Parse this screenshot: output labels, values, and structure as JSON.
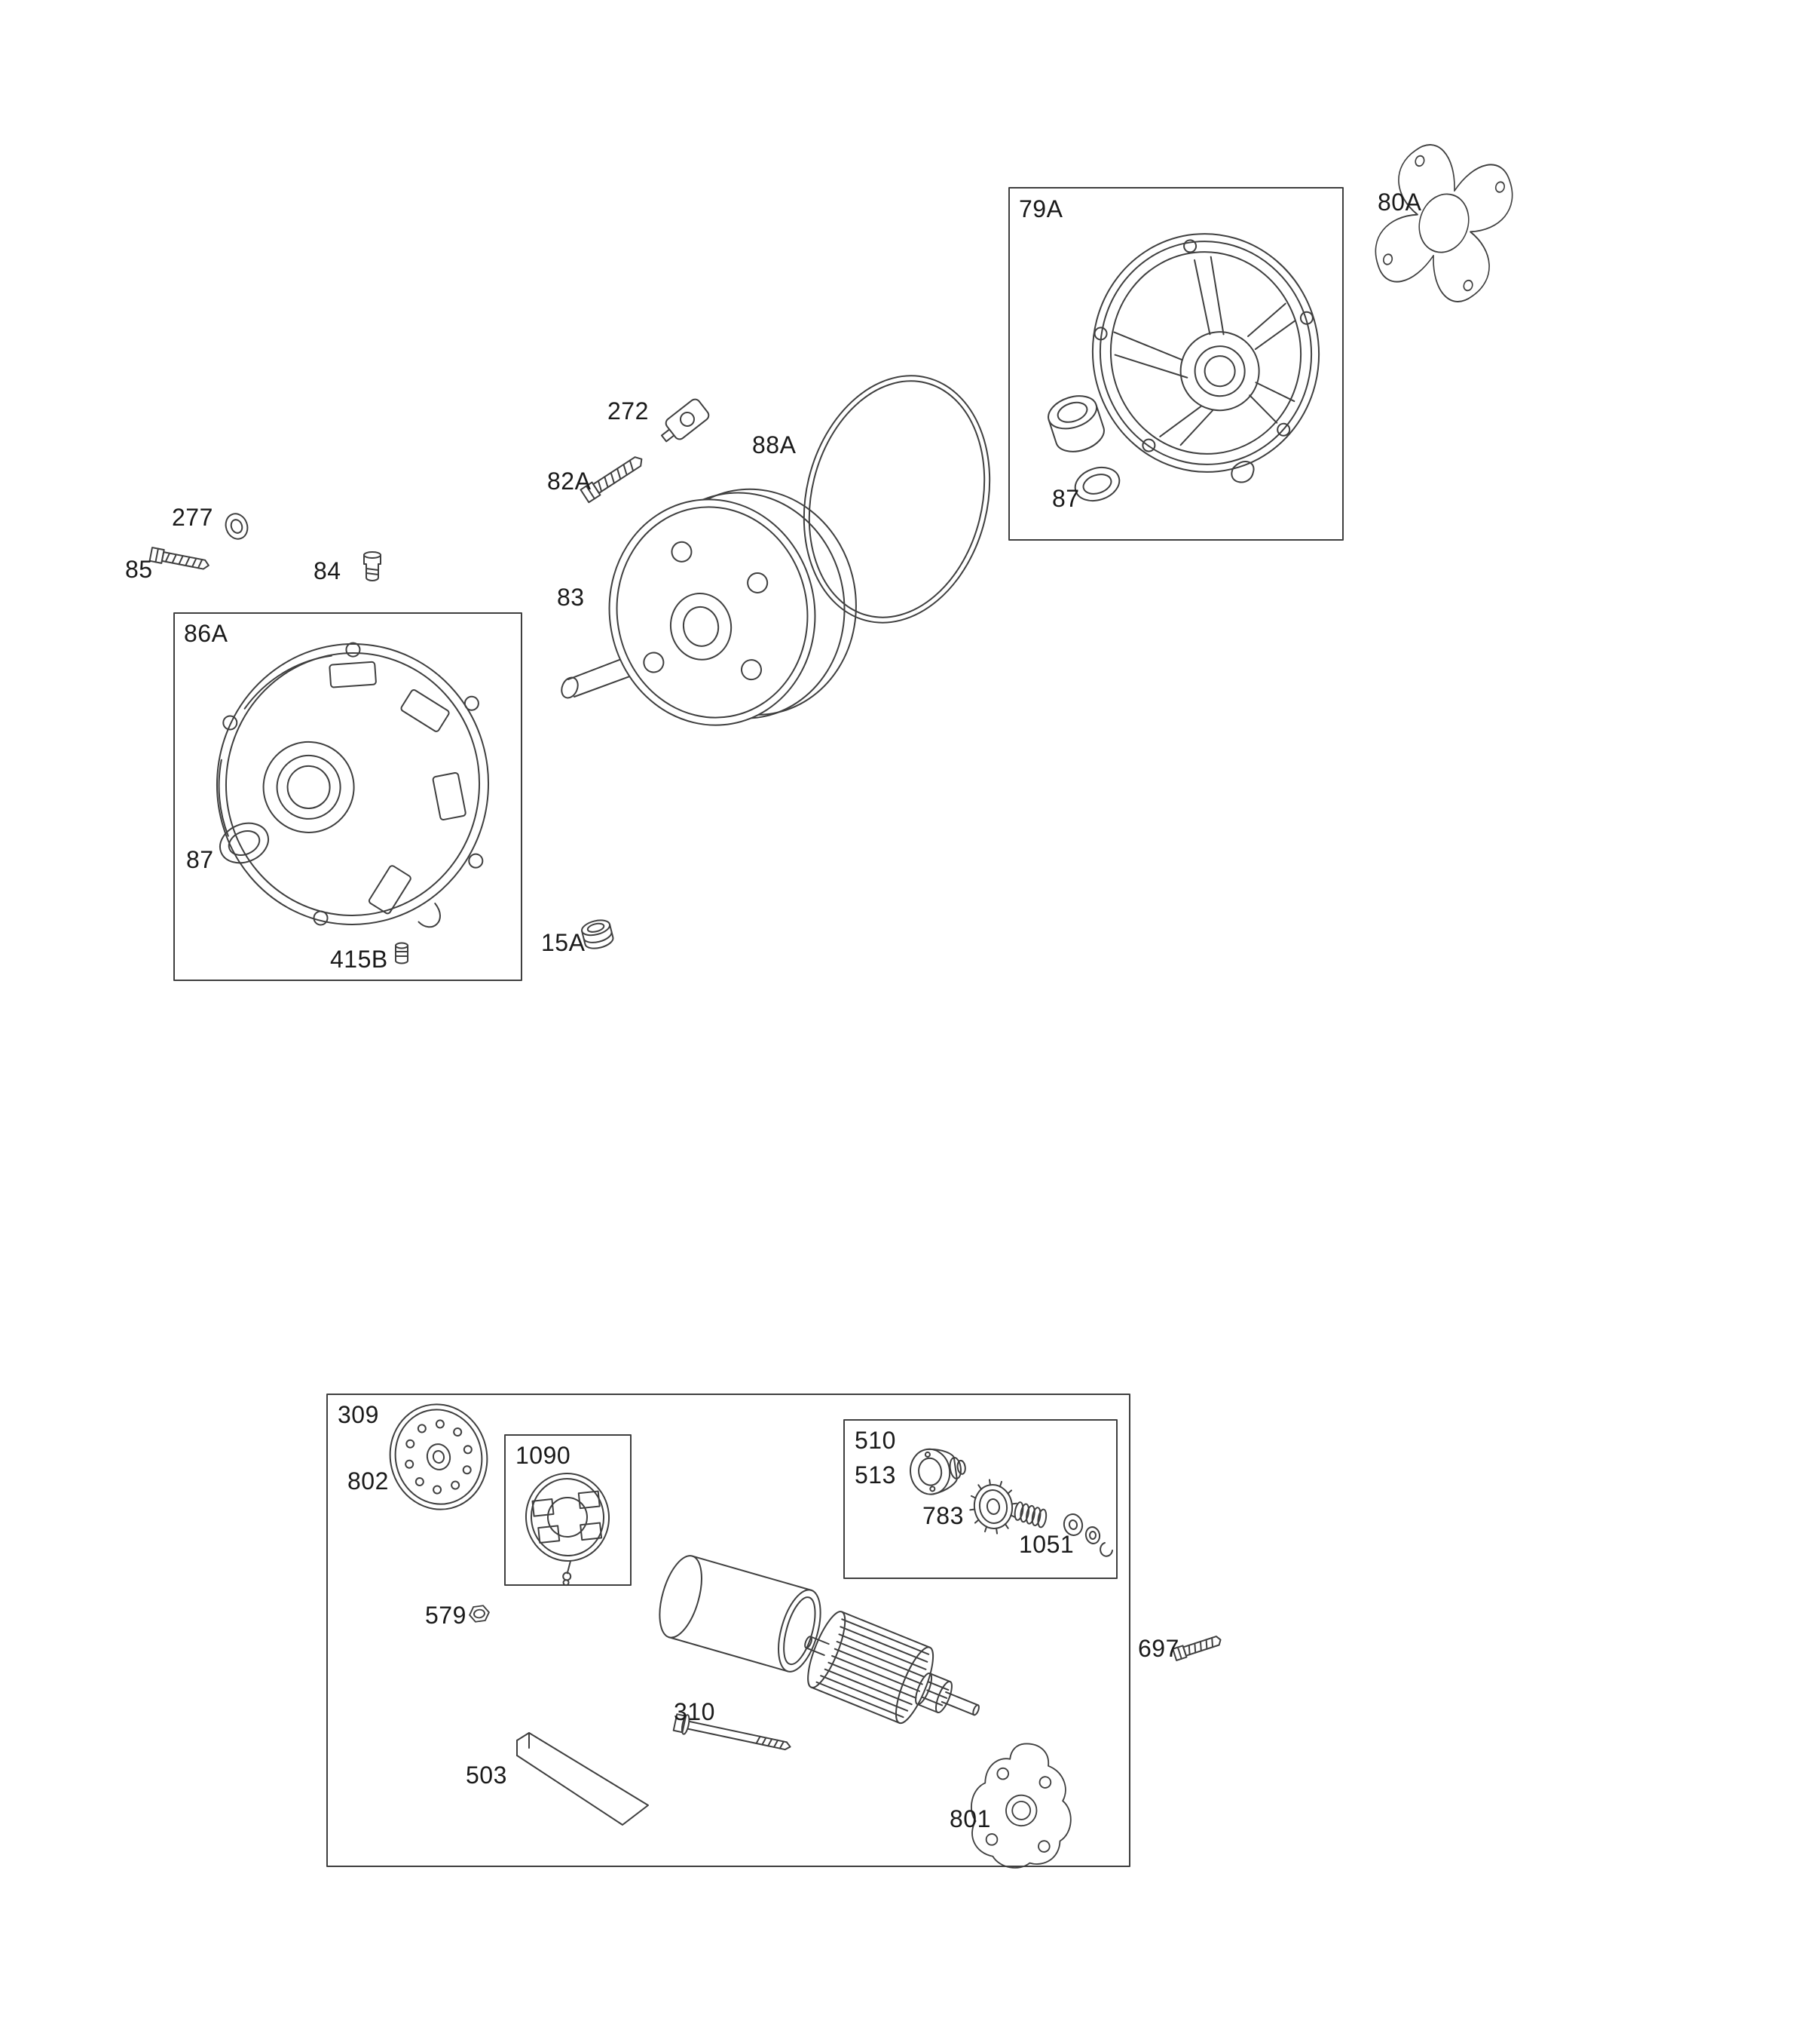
{
  "page": {
    "background": "#ffffff",
    "line_color": "#3f3f3f",
    "text_color": "#1a1a1a"
  },
  "callouts": {
    "c79A": "79A",
    "c80A": "80A",
    "c272": "272",
    "c82A": "82A",
    "c88A": "88A",
    "c87_cover": "87",
    "c277": "277",
    "c85": "85",
    "c84": "84",
    "c83": "83",
    "c86A": "86A",
    "c87_housing": "87",
    "c415B": "415B",
    "c15A": "15A",
    "c309": "309",
    "c802": "802",
    "c1090": "1090",
    "c510": "510",
    "c513": "513",
    "c783": "783",
    "c1051": "1051",
    "c579": "579",
    "c697": "697",
    "c503": "503",
    "c310": "310",
    "c801": "801"
  }
}
